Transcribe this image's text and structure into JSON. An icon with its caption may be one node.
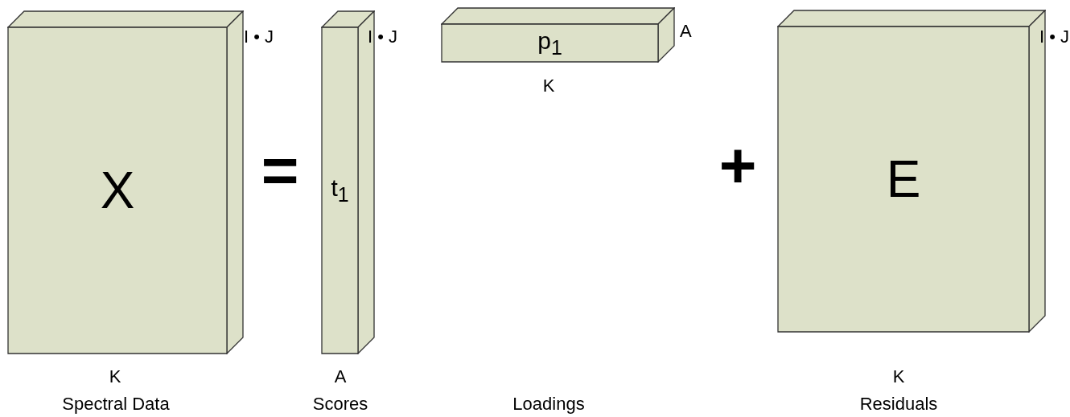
{
  "diagram": {
    "nodes": [
      {
        "text": [
          "X"
        ],
        "beside": [
          "I • J",
          "K"
        ]
      },
      {
        "text": [
          "t$_{1}$"
        ],
        "beside": [
          "I • J",
          "A"
        ]
      },
      {
        "text": [
          "p$_{1}$"
        ],
        "beside": [
          "A",
          "K"
        ]
      },
      {
        "text": [
          "E"
        ],
        "beside": [
          "I • J",
          "K"
        ]
      }
    ],
    "labels": [
      "=",
      "+",
      "Spectral Data",
      "Scores",
      "Loadings",
      "Residuals"
    ]
  }
}
